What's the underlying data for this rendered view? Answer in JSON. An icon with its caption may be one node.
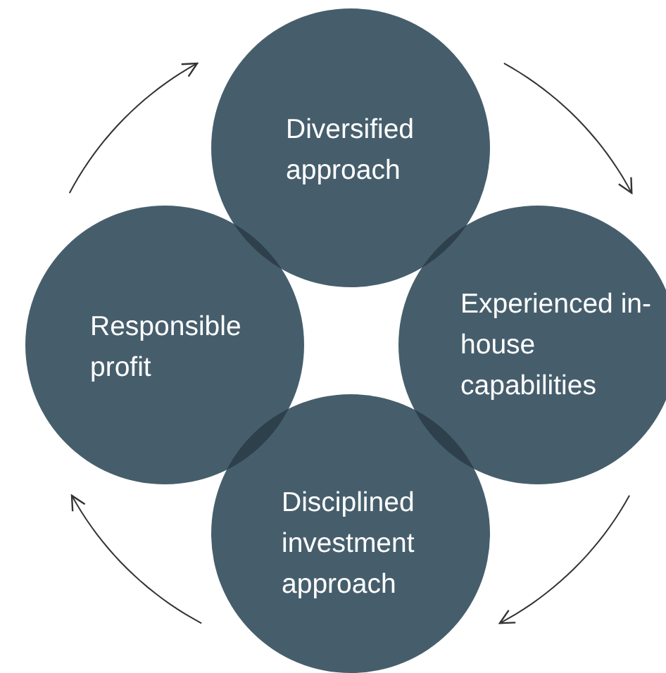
{
  "diagram": {
    "nodes": [
      {
        "text": [
          "Diversified approach"
        ]
      },
      {
        "text": [
          "Experienced in-house capabilities"
        ]
      },
      {
        "text": [
          "Disciplined investment approach"
        ]
      },
      {
        "text": [
          "Responsible profit"
        ]
      }
    ],
    "edges": [
      {
        "from": 3,
        "to": 0,
        "arrow": "to"
      },
      {
        "from": 0,
        "to": 1,
        "arrow": "to"
      },
      {
        "from": 1,
        "to": 2,
        "arrow": "to"
      },
      {
        "from": 2,
        "to": 3,
        "arrow": "to"
      }
    ]
  }
}
